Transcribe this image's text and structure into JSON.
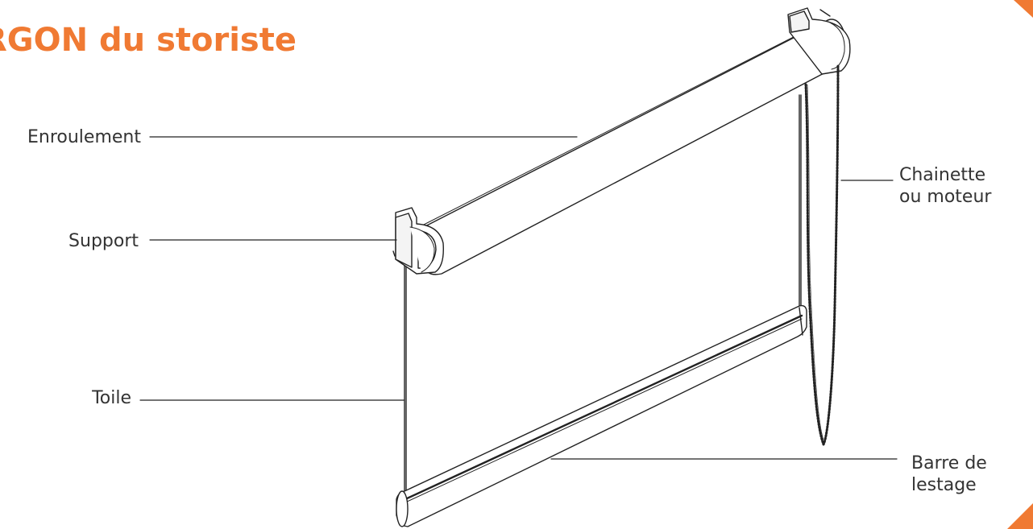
{
  "title": "RGON du storiste",
  "colors": {
    "accent": "#F07A33",
    "line": "#222222",
    "text": "#333333"
  },
  "labels": {
    "enroulement": "Enroulement",
    "support": "Support",
    "toile": "Toile",
    "chainette": [
      "Chainette",
      "ou moteur"
    ],
    "barre": [
      "Barre de",
      "lestage"
    ]
  }
}
